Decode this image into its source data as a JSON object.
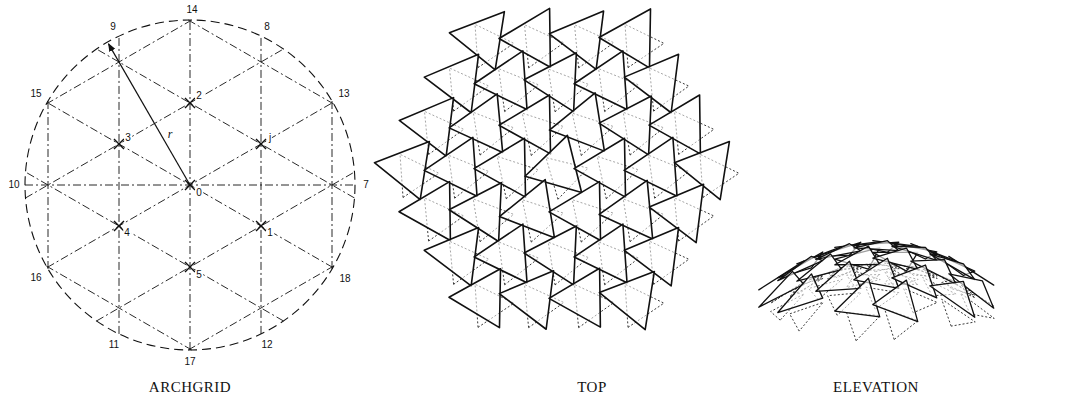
{
  "diagram": {
    "labels": [
      "14",
      "9",
      "8",
      "15",
      "2",
      "13",
      "3",
      "r",
      "j",
      "10",
      "0",
      "7",
      "4",
      "1",
      "16",
      "18",
      "5",
      "11",
      "12",
      "17",
      "ARCHGRID",
      "TOP",
      "ELEVATION"
    ]
  }
}
